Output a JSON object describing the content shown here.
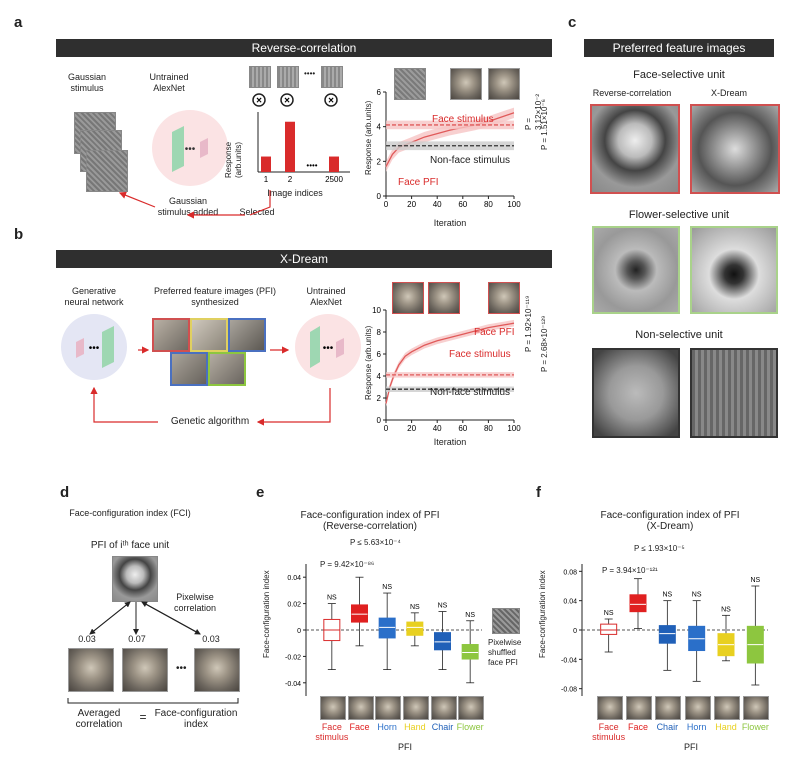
{
  "panels": {
    "a": "a",
    "b": "b",
    "c": "c",
    "d": "d",
    "e": "e",
    "f": "f"
  },
  "a": {
    "header": "Reverse-correlation",
    "gaussian_stimulus": "Gaussian\nstimulus",
    "untrained_alexnet": "Untrained\nAlexNet",
    "gaussian_added": "Gaussian\nstimulus added",
    "selected": "Selected",
    "bar_chart": {
      "ylabel": "Response (arb.units)",
      "xlabel": "Image indices",
      "ticks_x": [
        "1",
        "2",
        "2500"
      ],
      "dots": "••••"
    },
    "line": {
      "ylabel": "Response (arb.units)",
      "xlabel": "Iteration",
      "face_stimulus": "Face stimulus",
      "non_face": "Non-face stimulus",
      "face_pfi": "Face PFI",
      "p1": "P = 3.12×10⁻²",
      "p2": "P = 1.51×10⁻⁶"
    }
  },
  "b": {
    "header": "X-Dream",
    "generative": "Generative\nneural network",
    "pfi_synth": "Preferred feature images (PFI)\nsynthesized",
    "untrained_alexnet": "Untrained\nAlexNet",
    "genetic": "Genetic algorithm",
    "line": {
      "ylabel": "Response (arb.units)",
      "xlabel": "Iteration",
      "face_pfi": "Face PFI",
      "face_stimulus": "Face stimulus",
      "non_face": "Non-face stimulus",
      "p1": "P = 1.92×10⁻¹¹⁹",
      "p2": "P = 2.68×10⁻¹²⁹"
    }
  },
  "c": {
    "header": "Preferred feature images",
    "face_unit": "Face-selective unit",
    "rc": "Reverse-correlation",
    "xd": "X-Dream",
    "flower_unit": "Flower-selective unit",
    "non_unit": "Non-selective unit"
  },
  "d": {
    "title": "Face-configuration index (FCI)",
    "pfi_of": "PFI of iᵗʰ face unit",
    "pixelwise": "Pixelwise\ncorrelation",
    "c1": "0.03",
    "c2": "0.07",
    "c3": "0.03",
    "dots": "•••",
    "averaged": "Averaged\ncorrelation",
    "eq": "=",
    "fci": "Face-configuration\nindex"
  },
  "e": {
    "title": "Face-configuration index of PFI\n(Reverse-correlation)",
    "ylabel": "Face-configuration index",
    "p_top": "P ≤ 5.63×10⁻⁴",
    "p_face": "P = 9.42×10⁻⁸⁶",
    "shuffled": "Pixelwise\nshuffled\nface PFI",
    "pfi": "PFI",
    "ns": "NS",
    "categories": [
      "Face\nstimulus",
      "Face",
      "Horn",
      "Hand",
      "Chair",
      "Flower"
    ],
    "colors": [
      "#d92b2b",
      "#e02020",
      "#2a6fc9",
      "#e8d020",
      "#2060b8",
      "#8dc63f"
    ]
  },
  "f": {
    "title": "Face-configuration index of PFI\n(X-Dream)",
    "ylabel": "Face-configuration index",
    "p_top": "P ≤ 1.93×10⁻⁵",
    "p_face": "P = 3.94×10⁻¹²¹",
    "pfi": "PFI",
    "ns": "NS",
    "categories": [
      "Face\nstimulus",
      "Face",
      "Chair",
      "Horn",
      "Hand",
      "Flower"
    ],
    "colors": [
      "#d92b2b",
      "#e02020",
      "#2060b8",
      "#2a6fc9",
      "#e8d020",
      "#8dc63f"
    ]
  },
  "chart_data": [
    {
      "type": "bar",
      "title": "",
      "xlabel": "Image indices",
      "ylabel": "Response (arb.units)",
      "categories": [
        "1",
        "2",
        "2500"
      ],
      "values": [
        0.8,
        2.6,
        0.8
      ],
      "ylim": [
        0,
        3
      ]
    },
    {
      "type": "line",
      "xlabel": "Iteration",
      "ylabel": "Response (arb.units)",
      "ylim": [
        0,
        6
      ],
      "xlim": [
        0,
        100
      ],
      "x": [
        0,
        5,
        10,
        20,
        30,
        40,
        50,
        60,
        70,
        80,
        90,
        100
      ],
      "series": [
        {
          "name": "Face PFI",
          "values": [
            1.7,
            2.4,
            2.8,
            3.1,
            3.4,
            3.6,
            3.8,
            3.95,
            4.1,
            4.3,
            4.55,
            4.8
          ]
        },
        {
          "name": "Face stimulus",
          "values": [
            4.1,
            4.1,
            4.1,
            4.1,
            4.1,
            4.1,
            4.1,
            4.1,
            4.1,
            4.1,
            4.1,
            4.1
          ]
        },
        {
          "name": "Non-face stimulus",
          "values": [
            2.9,
            2.9,
            2.9,
            2.9,
            2.9,
            2.9,
            2.9,
            2.9,
            2.9,
            2.9,
            2.9,
            2.9
          ]
        }
      ]
    },
    {
      "type": "line",
      "xlabel": "Iteration",
      "ylabel": "Response (arb.units)",
      "ylim": [
        0,
        10
      ],
      "xlim": [
        0,
        100
      ],
      "x": [
        0,
        3,
        6,
        10,
        15,
        20,
        30,
        40,
        50,
        60,
        70,
        80,
        90,
        100
      ],
      "series": [
        {
          "name": "Face PFI",
          "values": [
            1.5,
            3.0,
            4.0,
            5.0,
            5.8,
            6.2,
            6.8,
            7.2,
            7.5,
            7.8,
            8.1,
            8.4,
            8.6,
            8.8
          ]
        },
        {
          "name": "Face stimulus",
          "values": [
            4.1,
            4.1,
            4.1,
            4.1,
            4.1,
            4.1,
            4.1,
            4.1,
            4.1,
            4.1,
            4.1,
            4.1,
            4.1,
            4.1
          ]
        },
        {
          "name": "Non-face stimulus",
          "values": [
            2.8,
            2.8,
            2.8,
            2.8,
            2.8,
            2.8,
            2.8,
            2.8,
            2.8,
            2.8,
            2.8,
            2.8,
            2.8,
            2.8
          ]
        }
      ]
    },
    {
      "type": "bar",
      "title": "Face-configuration index of PFI (Reverse-correlation)",
      "ylabel": "Face-configuration index",
      "ylim": [
        -0.05,
        0.05
      ],
      "categories": [
        "Face stimulus",
        "Face",
        "Horn",
        "Hand",
        "Chair",
        "Flower"
      ],
      "series": [
        {
          "name": "median",
          "values": [
            0.0,
            0.012,
            0.002,
            0.002,
            -0.009,
            -0.017
          ]
        },
        {
          "name": "q1",
          "values": [
            -0.008,
            0.006,
            -0.006,
            -0.004,
            -0.015,
            -0.022
          ]
        },
        {
          "name": "q3",
          "values": [
            0.008,
            0.019,
            0.009,
            0.006,
            -0.002,
            -0.011
          ]
        },
        {
          "name": "min",
          "values": [
            -0.03,
            -0.012,
            -0.03,
            -0.012,
            -0.03,
            -0.04
          ]
        },
        {
          "name": "max",
          "values": [
            0.02,
            0.04,
            0.028,
            0.013,
            0.014,
            0.007
          ]
        }
      ]
    },
    {
      "type": "bar",
      "title": "Face-configuration index of PFI (X-Dream)",
      "ylabel": "Face-configuration index",
      "ylim": [
        -0.09,
        0.09
      ],
      "categories": [
        "Face stimulus",
        "Face",
        "Chair",
        "Horn",
        "Hand",
        "Flower"
      ],
      "series": [
        {
          "name": "median",
          "values": [
            0.0,
            0.035,
            -0.005,
            -0.012,
            -0.02,
            -0.02
          ]
        },
        {
          "name": "q1",
          "values": [
            -0.006,
            0.025,
            -0.018,
            -0.028,
            -0.035,
            -0.045
          ]
        },
        {
          "name": "q3",
          "values": [
            0.008,
            0.048,
            0.006,
            0.005,
            -0.005,
            0.005
          ]
        },
        {
          "name": "min",
          "values": [
            -0.03,
            0.002,
            -0.055,
            -0.07,
            -0.042,
            -0.075
          ]
        },
        {
          "name": "max",
          "values": [
            0.015,
            0.07,
            0.04,
            0.04,
            0.02,
            0.06
          ]
        }
      ]
    }
  ]
}
